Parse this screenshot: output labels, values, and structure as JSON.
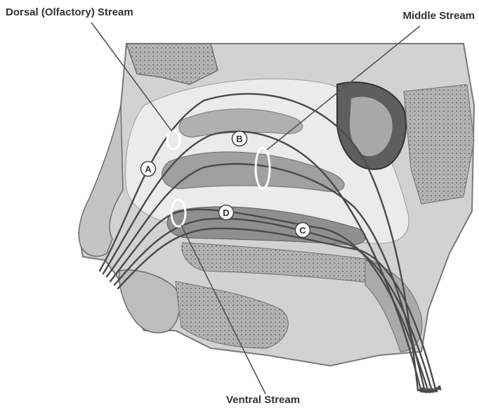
{
  "labels": {
    "dorsal": "Dorsal (Olfactory) Stream",
    "middle": "Middle Stream",
    "ventral": "Ventral Stream"
  },
  "markers": {
    "a": "A",
    "b": "B",
    "c": "C",
    "d": "D"
  },
  "colors": {
    "flow_line": "#4a4a4a",
    "label_text": "#333333",
    "bone": "#8a8a8a",
    "tissue": "#d4d4d4",
    "cavity": "#ececec"
  }
}
